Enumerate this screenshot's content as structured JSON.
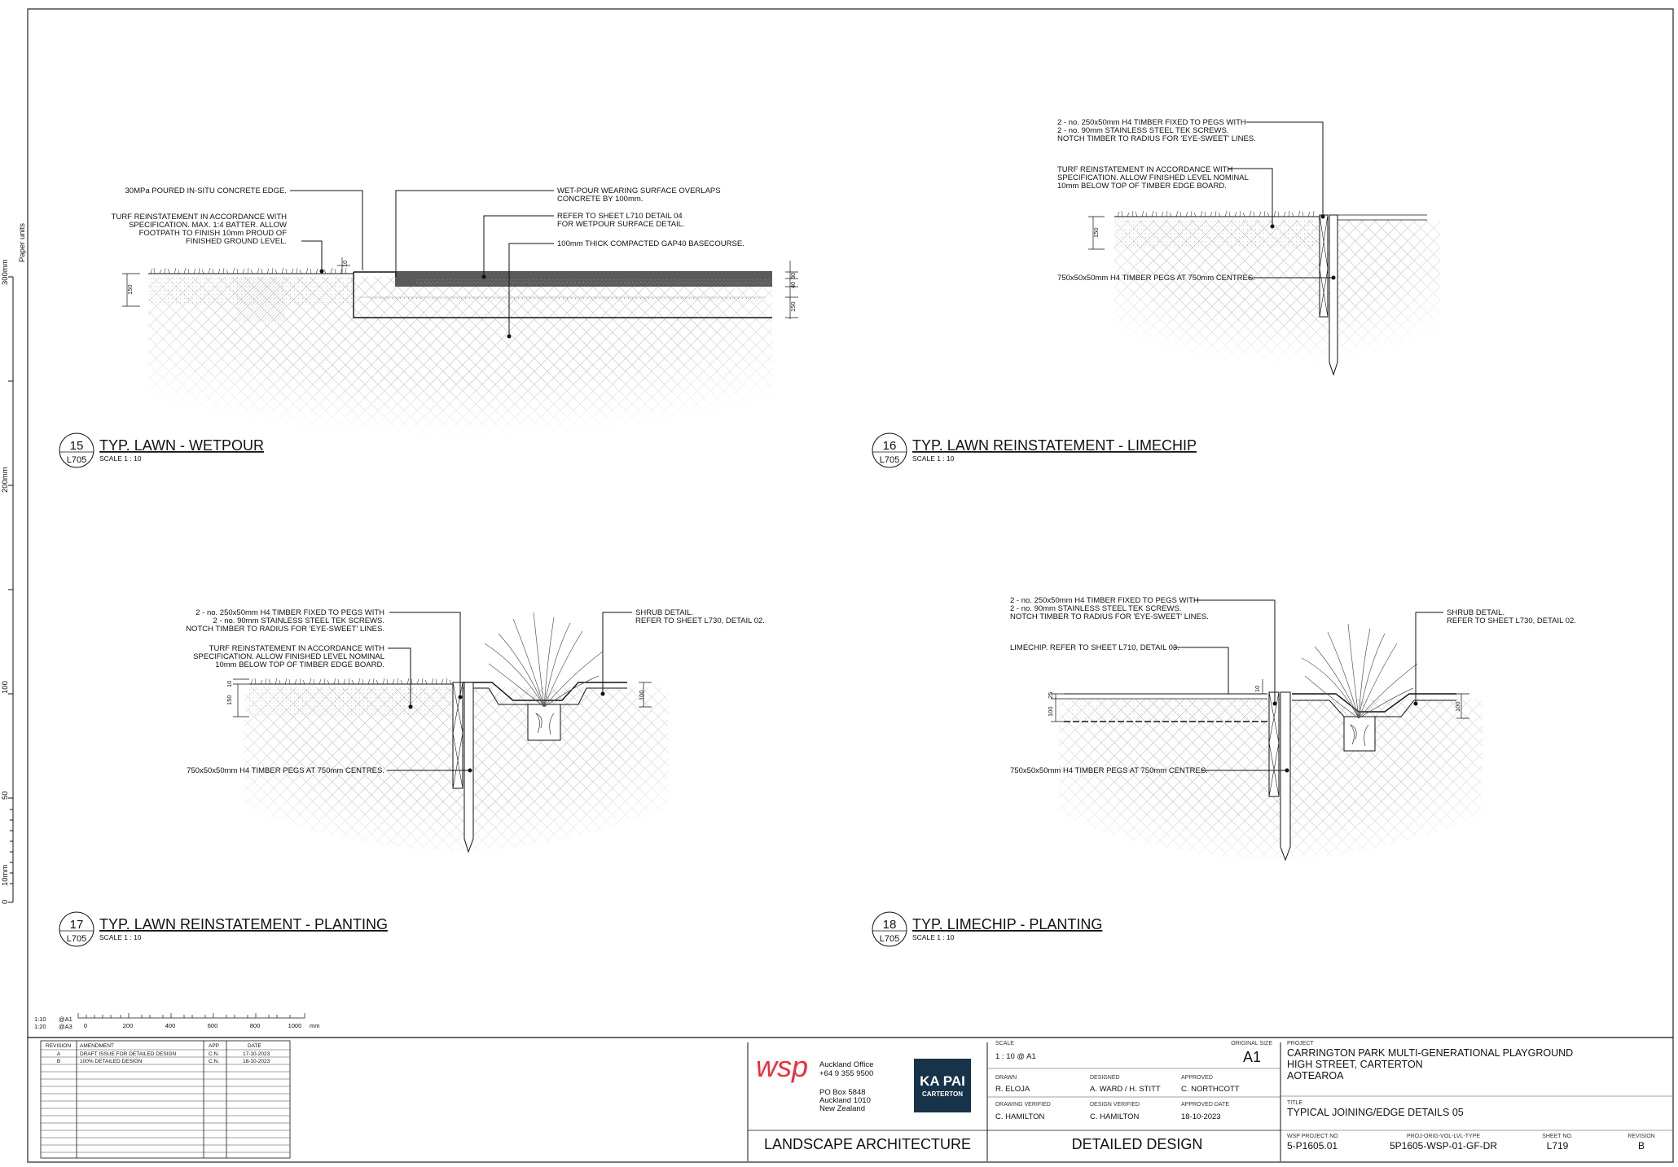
{
  "ruler": {
    "label": "Paper units",
    "ticks": [
      "300mm",
      "200mm",
      "100",
      "50",
      "10mm",
      "0"
    ]
  },
  "details": [
    {
      "number": "15",
      "sheet": "L705",
      "title": "TYP. LAWN - WETPOUR",
      "scale": "SCALE  1 : 10",
      "notes": [
        "30MPa POURED IN-SITU CONCRETE EDGE.",
        "TURF REINSTATEMENT IN ACCORDANCE WITH",
        "SPECIFICATION. MAX. 1:4 BATTER. ALLOW",
        "FOOTPATH TO FINISH 10mm PROUD OF",
        "FINISHED GROUND LEVEL.",
        "WET-POUR WEARING SURFACE OVERLAPS",
        "CONCRETE BY 100mm.",
        "REFER TO SHEET L710 DETAIL 04",
        "FOR WETPOUR SURFACE DETAIL.",
        "100mm THICK COMPACTED GAP40 BASECOURSE."
      ],
      "dims": [
        "150",
        "10",
        "30",
        "40",
        "150"
      ]
    },
    {
      "number": "16",
      "sheet": "L705",
      "title": "TYP. LAWN REINSTATEMENT - LIMECHIP",
      "scale": "SCALE  1 : 10",
      "notes": [
        "2 - no. 250x50mm H4 TIMBER FIXED TO PEGS WITH",
        "2 - no. 90mm STAINLESS STEEL TEK SCREWS.",
        "NOTCH TIMBER TO RADIUS FOR 'EYE-SWEET' LINES.",
        "TURF REINSTATEMENT IN ACCORDANCE WITH",
        "SPECIFICATION. ALLOW FINISHED LEVEL NOMINAL",
        "10mm BELOW TOP OF TIMBER EDGE BOARD.",
        "750x50x50mm H4 TIMBER PEGS AT 750mm CENTRES."
      ],
      "dims": [
        "150"
      ]
    },
    {
      "number": "17",
      "sheet": "L705",
      "title": "TYP. LAWN REINSTATEMENT - PLANTING",
      "scale": "SCALE  1 : 10",
      "notes": [
        "2 - no. 250x50mm H4 TIMBER FIXED TO PEGS WITH",
        "2 - no. 90mm STAINLESS STEEL TEK SCREWS.",
        "NOTCH TIMBER TO RADIUS FOR 'EYE-SWEET' LINES.",
        "TURF REINSTATEMENT IN ACCORDANCE WITH",
        "SPECIFICATION. ALLOW FINISHED LEVEL NOMINAL",
        "10mm BELOW TOP OF TIMBER EDGE BOARD.",
        "750x50x50mm H4 TIMBER PEGS AT 750mm CENTRES.",
        "SHRUB DETAIL.",
        "REFER TO SHEET L730, DETAIL 02."
      ],
      "dims": [
        "10",
        "150",
        "100"
      ]
    },
    {
      "number": "18",
      "sheet": "L705",
      "title": "TYP. LIMECHIP - PLANTING",
      "scale": "SCALE  1 : 10",
      "notes": [
        "2 - no. 250x50mm H4 TIMBER FIXED TO PEGS WITH",
        "2 - no. 90mm STAINLESS STEEL TEK SCREWS.",
        "NOTCH TIMBER TO RADIUS FOR 'EYE-SWEET' LINES.",
        "LIMECHIP. REFER TO SHEET L710, DETAIL 03.",
        "750x50x50mm H4 TIMBER PEGS AT 750mm CENTRES.",
        "SHRUB DETAIL.",
        "REFER TO SHEET L730, DETAIL 02."
      ],
      "dims": [
        "25",
        "100",
        "10",
        "100"
      ]
    }
  ],
  "scale_bar": {
    "labels": [
      "1:10",
      "@A1",
      "1:20",
      "@A3"
    ],
    "ticks": [
      "0",
      "200",
      "400",
      "600",
      "800",
      "1000"
    ],
    "unit": "mm"
  },
  "revisions": {
    "headers": [
      "REVISION",
      "AMENDMENT",
      "APP",
      "DATE"
    ],
    "rows": [
      {
        "rev": "A",
        "amendment": "DRAFT ISSUE FOR DETAILED DESIGN",
        "app": "C.N.",
        "date": "17-10-2023"
      },
      {
        "rev": "B",
        "amendment": "100% DETAILED DESIGN",
        "app": "C.N.",
        "date": "18-10-2023"
      }
    ]
  },
  "office": {
    "logo": "wsp",
    "name": "Auckland Office",
    "phone": "+64 9 355 9500",
    "address": [
      "PO Box 5848",
      "Auckland 1010",
      "New Zealand"
    ],
    "discipline": "LANDSCAPE ARCHITECTURE"
  },
  "client_logo": {
    "line1": "KA PAI",
    "line2": "CARTERTON"
  },
  "titleblock": {
    "scale_label": "SCALE",
    "scale": "1 : 10 @ A1",
    "size_label": "ORIGINAL SIZE",
    "size": "A1",
    "drawn_label": "DRAWN",
    "drawn": "R. ELOJA",
    "designed_label": "DESIGNED",
    "designed": "A. WARD / H. STITT",
    "approved_label": "APPROVED",
    "approved": "C. NORTHCOTT",
    "dv_label": "DRAWING VERIFIED",
    "dv": "C. HAMILTON",
    "desv_label": "DESIGN VERIFIED",
    "desv": "C. HAMILTON",
    "adate_label": "APPROVED DATE",
    "adate": "18-10-2023",
    "stage": "DETAILED DESIGN",
    "project_label": "PROJECT",
    "project": [
      "CARRINGTON PARK MULTI-GENERATIONAL PLAYGROUND",
      "HIGH STREET, CARTERTON",
      "AOTEAROA"
    ],
    "title_label": "TITLE",
    "title": "TYPICAL JOINING/EDGE DETAILS 05",
    "projno_label": "WSP PROJECT NO",
    "projno": "5-P1605.01",
    "code_label": "PROJ-ORIG-VOL-LVL-TYPE",
    "code": "5P1605-WSP-01-GF-DR",
    "sheetno_label": "SHEET NO.",
    "sheetno": "L719",
    "revision_label": "REVISION",
    "revision": "B"
  },
  "colors": {
    "line": "#111111",
    "wsp_red": "#e8313b",
    "client_bg": "#17334a",
    "hatch": "#c8c8c8"
  }
}
